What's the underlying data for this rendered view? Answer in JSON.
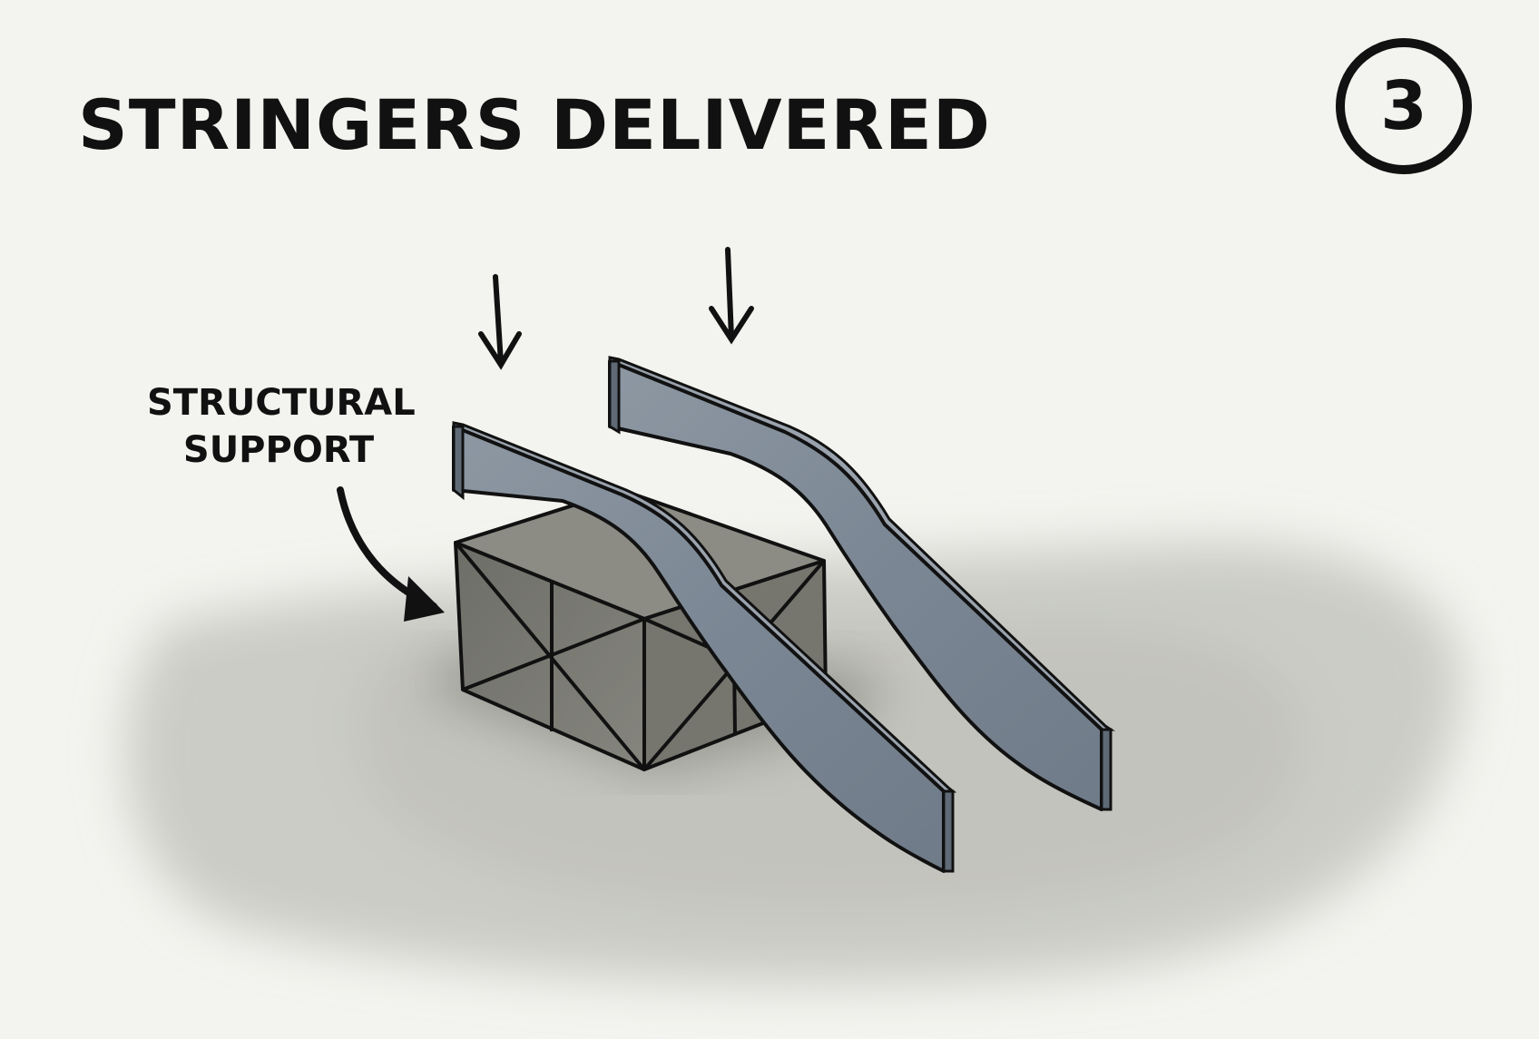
{
  "title": "STRINGERS DELIVERED",
  "step_number": "3",
  "callout": {
    "line1": "STRUCTURAL",
    "line2": "SUPPORT"
  },
  "icons": {
    "arrows": [
      "down-arrow-icon",
      "down-arrow-icon"
    ],
    "callout_pointer": "curved-arrow-icon"
  },
  "colors": {
    "background": "#f3f3ef",
    "ground_shadow": "#c9cac4",
    "support_box": "#7a7a73",
    "stringer": "#7b8794",
    "ink": "#111111"
  }
}
